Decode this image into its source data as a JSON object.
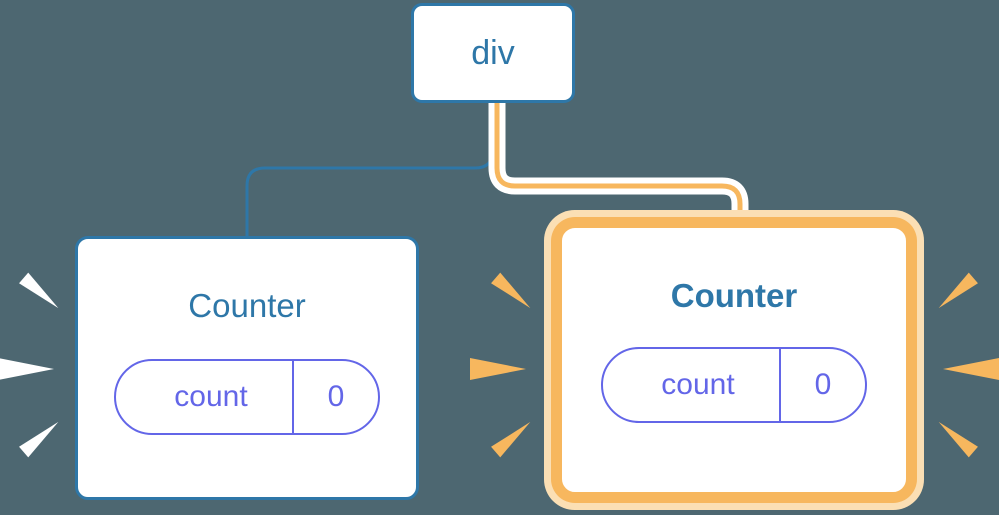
{
  "diagram": {
    "title": "component-tree-rerender",
    "background_color": "#4d6771",
    "colors": {
      "blue": "#2e77a8",
      "orange": "#f7b75e",
      "orange_soft": "#fbdfb4",
      "indigo": "#6366e8",
      "white": "#ffffff"
    }
  },
  "root": {
    "label": "div",
    "type": "dom-element"
  },
  "components": [
    {
      "id": "counter-left",
      "label": "Counter",
      "highlighted": false,
      "highlight_color": "#ffffff",
      "state": {
        "key": "count",
        "value": "0"
      }
    },
    {
      "id": "counter-right",
      "label": "Counter",
      "highlighted": true,
      "highlight_color": "#f7b75e",
      "state": {
        "key": "count",
        "value": "0"
      }
    }
  ],
  "connectors": [
    {
      "id": "div-to-counter-left",
      "from": "div",
      "to": "counter-left",
      "color": "#2e77a8",
      "highlighted": false
    },
    {
      "id": "div-to-counter-right",
      "from": "div",
      "to": "counter-right",
      "color": "#f7b75e",
      "highlighted": true
    }
  ],
  "bursts": [
    {
      "id": "burst-left-outer",
      "side": "left",
      "color": "#ffffff",
      "target": "counter-left"
    },
    {
      "id": "burst-left-inner",
      "side": "right",
      "color": "#f7b75e",
      "target": "counter-left"
    },
    {
      "id": "burst-right-inner",
      "side": "left",
      "color": "#f7b75e",
      "target": "counter-right"
    },
    {
      "id": "burst-right-outer",
      "side": "right",
      "color": "#f7b75e",
      "target": "counter-right"
    }
  ]
}
